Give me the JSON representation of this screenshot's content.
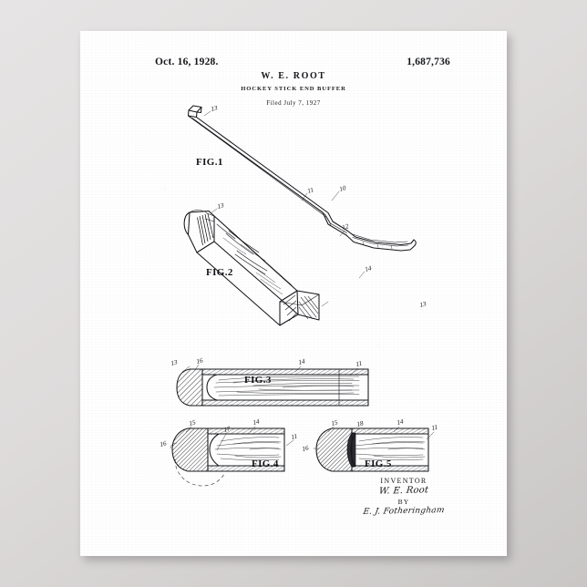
{
  "poster": {
    "background_color": "#dedbdb",
    "sheet_color": "#ffffff",
    "ink_color": "#15161a"
  },
  "header": {
    "date": "Oct. 16, 1928.",
    "patent_number": "1,687,736",
    "inventor_name": "W. E. ROOT",
    "title": "HOCKEY STICK END BUFFER",
    "filed": "Filed July 7, 1927"
  },
  "figures": [
    {
      "id": "fig-1",
      "caption": "F",
      "caption_small": "IG",
      "caption_tail": ".1",
      "caption_full": "FIG.1",
      "description": "hockey stick full view",
      "ref_numerals": [
        "13",
        "11",
        "10",
        "12"
      ]
    },
    {
      "id": "fig-2",
      "caption_full": "FIG.2",
      "description": "stick handle end perspective with buffer",
      "ref_numerals": [
        "13",
        "14",
        "13"
      ]
    },
    {
      "id": "fig-3",
      "caption_full": "FIG.3",
      "description": "longitudinal section of buffer on handle",
      "ref_numerals": [
        "13",
        "16",
        "14",
        "11"
      ]
    },
    {
      "id": "fig-4",
      "caption_full": "FIG.4",
      "description": "sectional detail of rounded buffer cap",
      "ref_numerals": [
        "15",
        "17",
        "14",
        "11",
        "16"
      ]
    },
    {
      "id": "fig-5",
      "caption_full": "FIG.5",
      "description": "sectional detail of modified buffer cap",
      "ref_numerals": [
        "15",
        "18",
        "14",
        "11",
        "16"
      ]
    }
  ],
  "signature": {
    "label": "INVENTOR",
    "inventor_signature": "W. E. Root",
    "by_label": "BY",
    "attorney_signature": "E. J. Fotheringham"
  }
}
